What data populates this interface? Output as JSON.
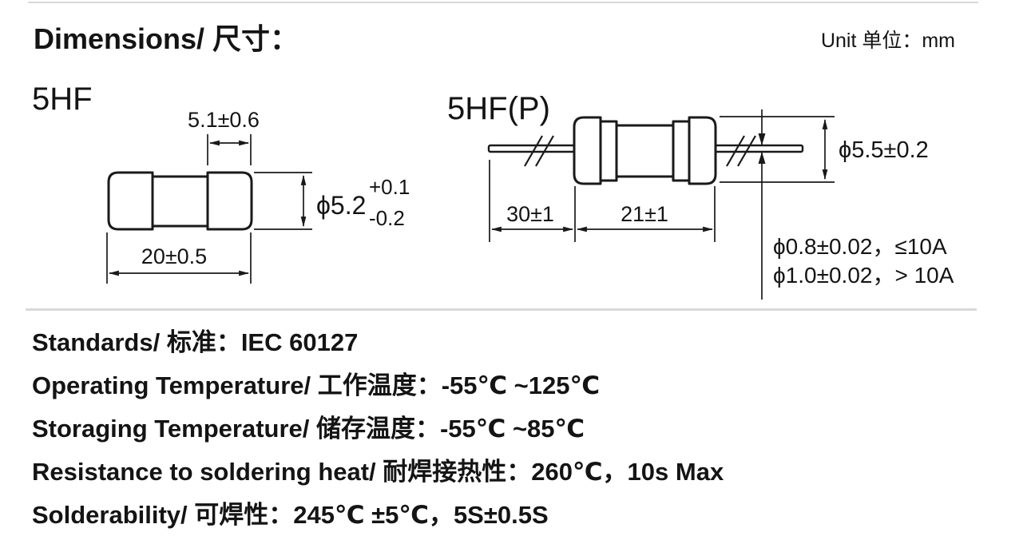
{
  "header": {
    "title": "Dimensions/ 尺寸：",
    "unit": "Unit 单位：mm"
  },
  "diagrams": {
    "left": {
      "label": "5HF",
      "cap_width": "5.1±0.6",
      "diameter": "ϕ5.2",
      "diameter_tol_plus": "+0.1",
      "diameter_tol_minus": "-0.2",
      "length": "20±0.5"
    },
    "right": {
      "label": "5HF(P)",
      "lead_length": "30±1",
      "body_length": "21±1",
      "diameter": "ϕ5.5±0.2",
      "lead_diameter_low": "ϕ0.8±0.02，≤10A",
      "lead_diameter_high": "ϕ1.0±0.02，> 10A"
    }
  },
  "specs": [
    {
      "text": "Standards/ 标准：IEC 60127"
    },
    {
      "text": "Operating Temperature/ 工作温度：-55℃ ~125℃"
    },
    {
      "text": "Storaging Temperature/ 储存温度：-55℃ ~85℃"
    },
    {
      "text": "Resistance to soldering heat/ 耐焊接热性：260℃，10s Max"
    },
    {
      "text": "Solderability/ 可焊性：245℃ ±5℃，5S±0.5S"
    }
  ]
}
